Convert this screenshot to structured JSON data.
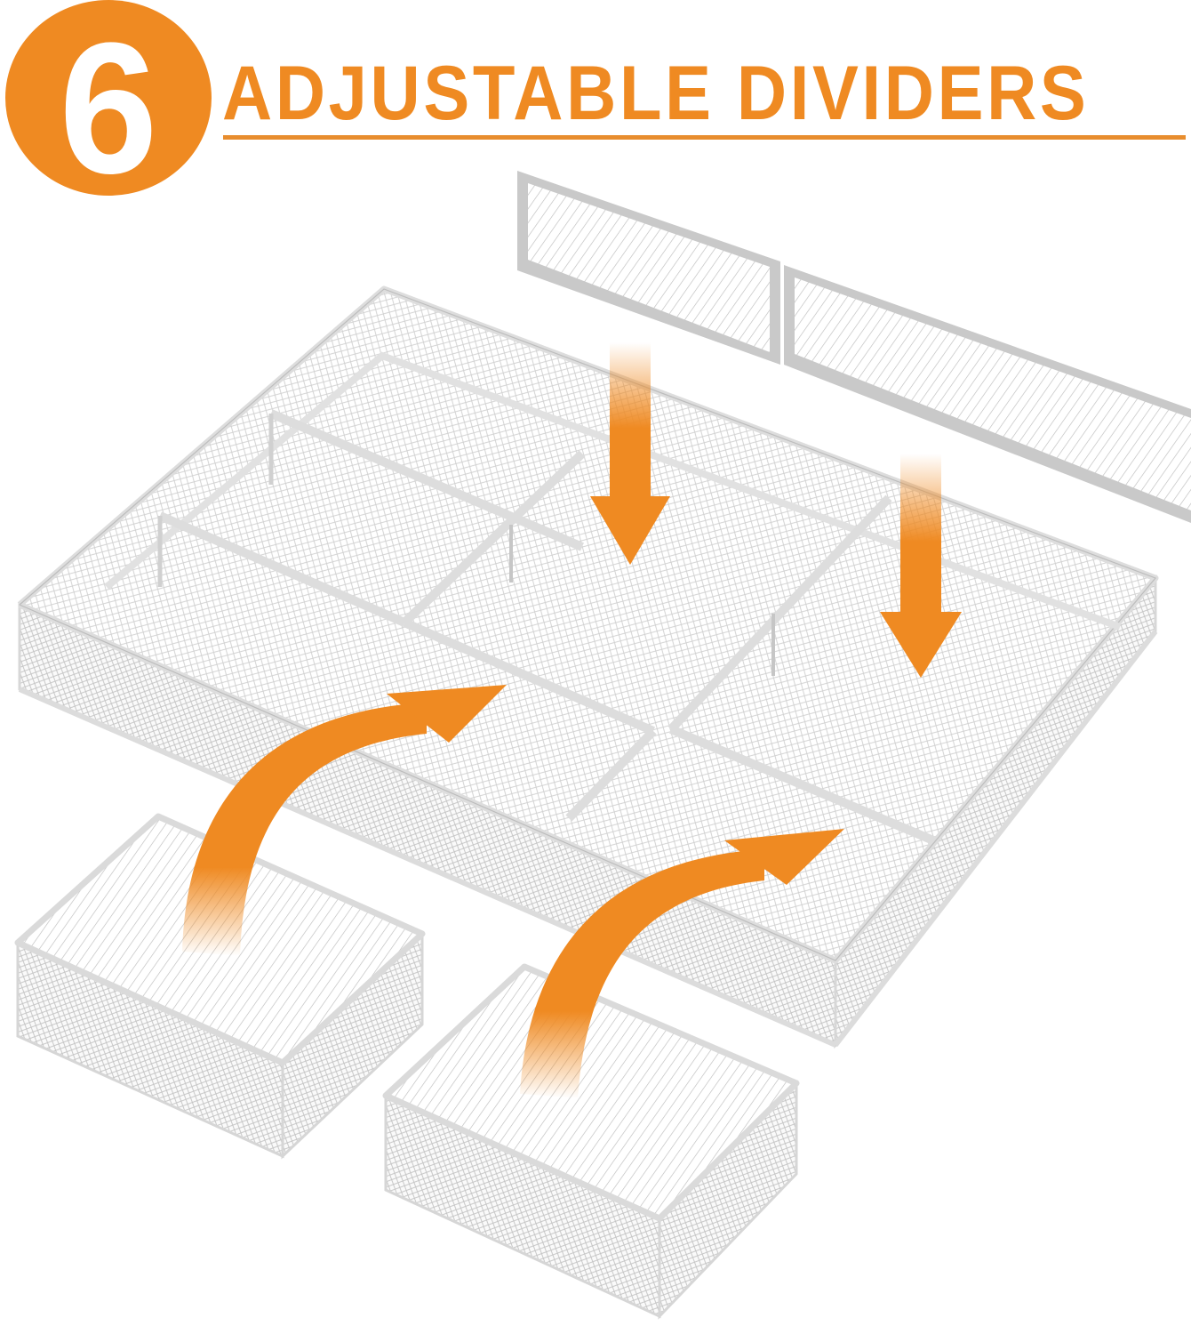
{
  "header": {
    "badge_number": "6",
    "headline": "ADJUSTABLE DIVIDERS"
  },
  "colors": {
    "accent": "#ef8a22",
    "underline": "#e88d2e",
    "background": "#ffffff",
    "mesh_frame": "#d9d9d9",
    "divider_frame": "#c4c4c4"
  },
  "illustration": {
    "main_tray": "mesh-drawer-organizer-tray",
    "loose_dividers": 2,
    "small_baskets": 2,
    "down_arrows": 2,
    "curved_arrows": 2
  }
}
